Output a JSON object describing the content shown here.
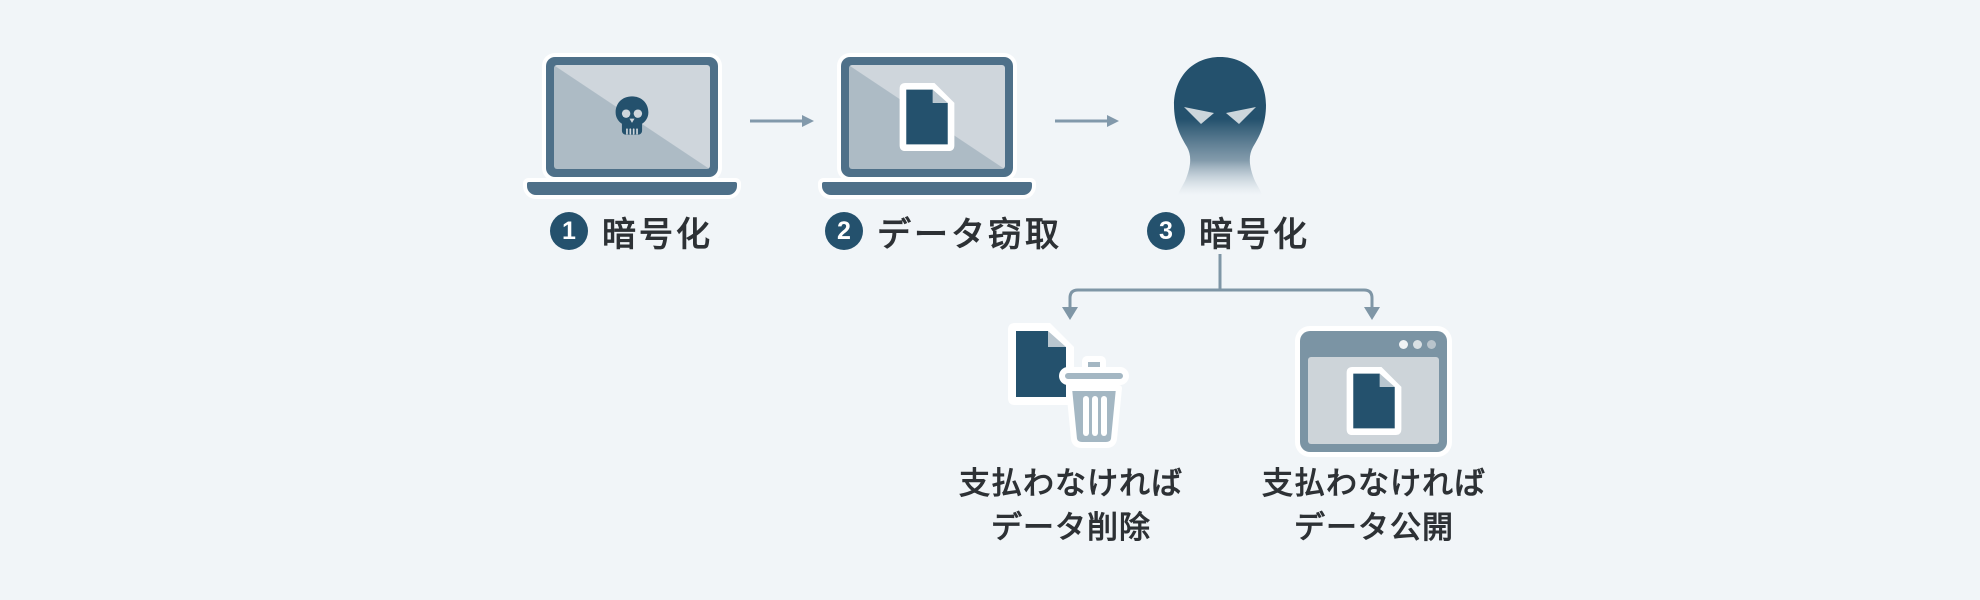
{
  "diagram_title": "ransomware-attack-flow",
  "background": "#f1f5f8",
  "palette": {
    "dark_navy": "#24516d",
    "slate": "#4e7089",
    "screen_light": "#cfd6dc",
    "screen_shadow": "#adbbc5",
    "arrow": "#8299ab",
    "connector": "#7f96a6",
    "trash_gray": "#a4b7c3",
    "browser_frame": "#7b94a4",
    "browser_content": "#cdd4d9",
    "document_fold": "#b9c6cf",
    "eye_light": "#ccd6dc",
    "text": "#2d3135",
    "outline_white": "#ffffff"
  },
  "steps": [
    {
      "num": "1",
      "label": "暗号化",
      "icon": "laptop-skull-icon"
    },
    {
      "num": "2",
      "label": "データ窃取",
      "icon": "laptop-document-icon"
    },
    {
      "num": "3",
      "label": "暗号化",
      "icon": "hacker-face-icon"
    }
  ],
  "outcomes": [
    {
      "icon": "document-trash-icon",
      "line1": "支払わなければ",
      "line2": "データ削除"
    },
    {
      "icon": "browser-document-icon",
      "line1": "支払わなければ",
      "line2": "データ公開"
    }
  ]
}
